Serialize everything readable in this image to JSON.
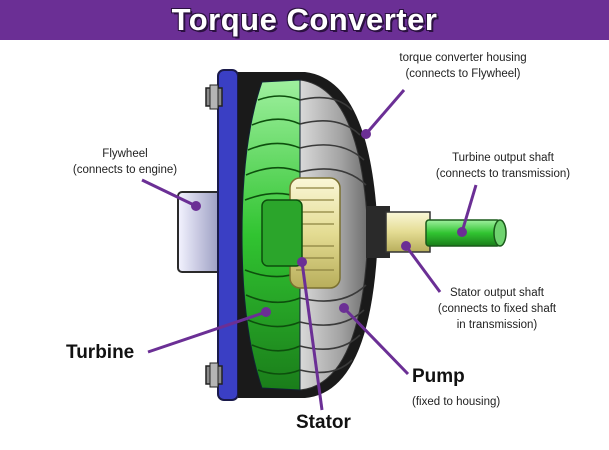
{
  "title": "Torque Converter",
  "labels": {
    "housing": [
      "torque converter housing",
      "(connects to Flywheel)"
    ],
    "flywheel": [
      "Flywheel",
      "(connects to engine)"
    ],
    "turbine_shaft": [
      "Turbine output shaft",
      "(connects to transmission)"
    ],
    "stator_shaft": [
      "Stator output shaft",
      "(connects to fixed shaft",
      "in transmission)"
    ],
    "turbine": "Turbine",
    "pump": "Pump",
    "pump_note": "(fixed to housing)",
    "stator": "Stator"
  },
  "colors": {
    "title_bg": "#6b2f95",
    "leader": "#6b2f95",
    "turbine_green": "#2db52d",
    "housing_gray": "#9a9a9a",
    "flywheel_blue": "#3a3fc4",
    "stator_yellow": "#e8e2a0"
  }
}
